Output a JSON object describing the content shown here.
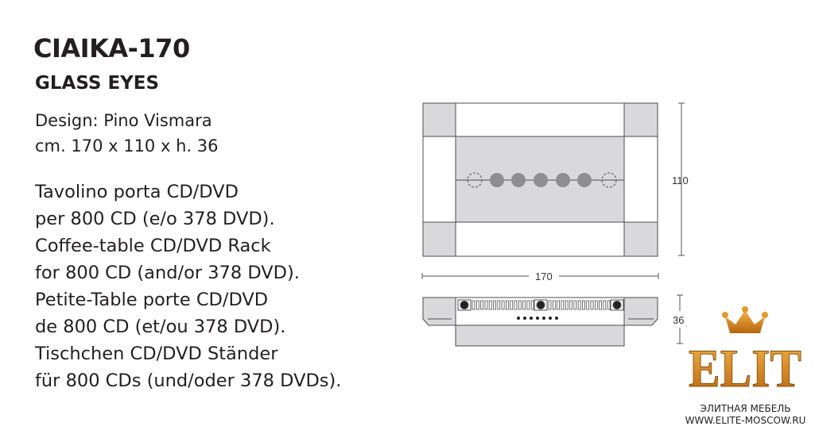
{
  "product": {
    "name": "CIAIKA-170",
    "collection": "GLASS EYES",
    "designer": "Design: Pino Vismara",
    "size": "cm. 170 x 110 x h. 36"
  },
  "description": [
    "Tavolino porta CD/DVD",
    "per 800 CD (e/o 378 DVD).",
    "Coffee-table CD/DVD Rack",
    "for 800 CD (and/or 378 DVD).",
    "Petite-Table porte CD/DVD",
    "de 800 CD (et/ou 378 DVD).",
    "Tischchen CD/DVD Ständer",
    "für 800 CDs (und/oder 378 DVDs)."
  ],
  "drawing": {
    "depth": "110",
    "width": "170",
    "height": "36"
  },
  "logo": {
    "text": "ELIT",
    "tagline": "ЭЛИТНАЯ МЕБЕЛЬ",
    "url": "WWW.ELITE-MOSCOW.RU"
  },
  "colors": {
    "panel": "#d9d9db",
    "line": "#4d4d4f",
    "gold": "#d98a1f"
  }
}
